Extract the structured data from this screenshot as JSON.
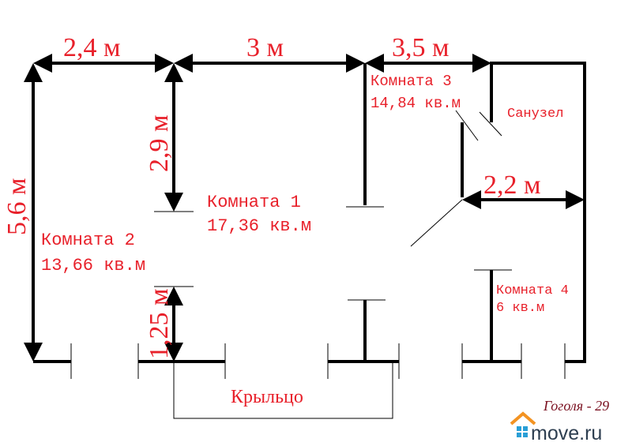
{
  "dimensions": {
    "top_left": "2,4 м",
    "top_mid": "3 м",
    "top_right": "3,5 м",
    "left_height": "5,6 м",
    "room1_height": "2,9 м",
    "porch_depth": "1,25 м",
    "bath_width": "2,2 м"
  },
  "rooms": [
    {
      "name": "Комната 1",
      "area": "17,36 кв.м"
    },
    {
      "name": "Комната 2",
      "area": "13,66 кв.м"
    },
    {
      "name": "Комната 3",
      "area": "14,84 кв.м"
    },
    {
      "name": "Комната 4",
      "area": "6 кв.м"
    }
  ],
  "bathroom": "Санузел",
  "porch": "Крыльцо",
  "address": "Гоголя - 29",
  "watermark": "move.ru",
  "colors": {
    "label": "#e8202a",
    "logo_roof": "#f39322",
    "logo_squares": "#2a9fd6",
    "logo_text": "#2d3e50"
  }
}
